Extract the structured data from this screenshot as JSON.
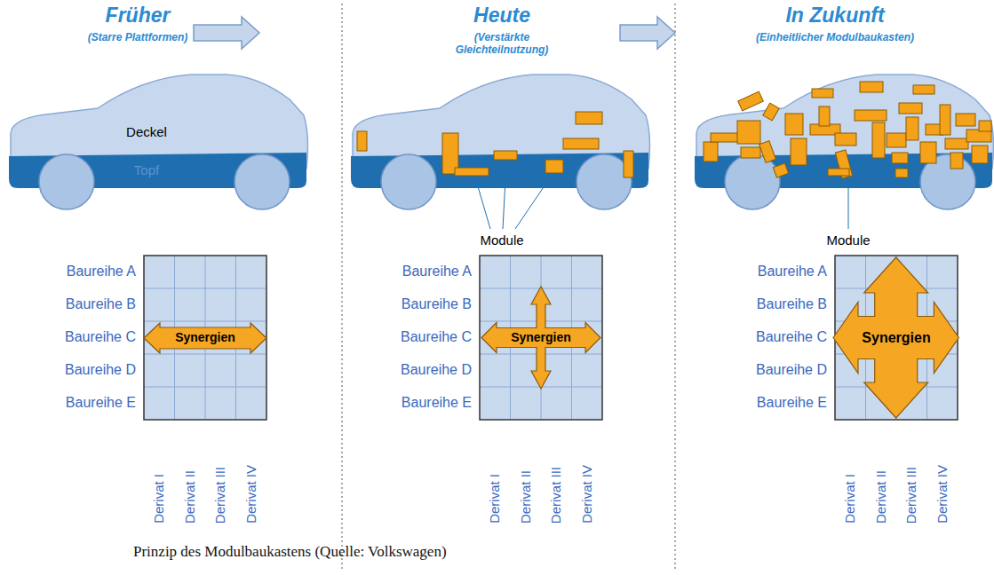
{
  "diagram": {
    "caption": "Prinzip des Modulbaukastens (Quelle: Volkswagen)",
    "nodes": [
      {
        "text": [
          "Deckel"
        ]
      },
      {
        "text": [
          "Topf"
        ]
      },
      {
        "text": [
          "Synergien"
        ]
      },
      {
        "text": [
          "Synergien"
        ]
      },
      {
        "text": [
          "Synergien"
        ]
      }
    ],
    "labels": [
      "Früher",
      "(Starre Plattformen)",
      "Heute",
      "(Verstärkte Gleichteilnutzung)",
      "In Zukunft",
      "(Einheitlicher Modulbaukasten)",
      "Module",
      "Module",
      "Baureihe A",
      "Baureihe B",
      "Baureihe C",
      "Baureihe D",
      "Baureihe E",
      "Derivat I",
      "Derivat II",
      "Derivat III",
      "Derivat IV",
      "Baureihe A",
      "Baureihe B",
      "Baureihe C",
      "Baureihe D",
      "Baureihe E",
      "Derivat I",
      "Derivat II",
      "Derivat III",
      "Derivat IV",
      "Baureihe A",
      "Baureihe B",
      "Baureihe C",
      "Baureihe D",
      "Baureihe E",
      "Derivat I",
      "Derivat II",
      "Derivat III",
      "Derivat IV"
    ]
  }
}
